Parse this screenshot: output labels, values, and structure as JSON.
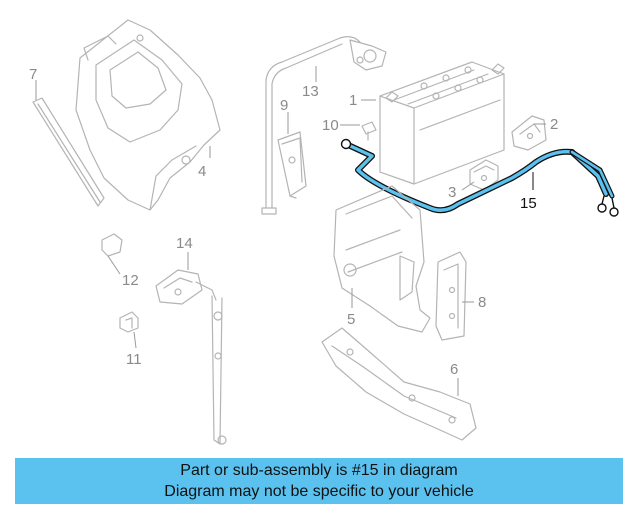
{
  "diagram": {
    "highlighted_part": "15",
    "highlight_color": "#5bc2ef",
    "callouts": [
      {
        "id": "1",
        "label": "1"
      },
      {
        "id": "2",
        "label": "2"
      },
      {
        "id": "3",
        "label": "3"
      },
      {
        "id": "4",
        "label": "4"
      },
      {
        "id": "5",
        "label": "5"
      },
      {
        "id": "6",
        "label": "6"
      },
      {
        "id": "7",
        "label": "7"
      },
      {
        "id": "8",
        "label": "8"
      },
      {
        "id": "9",
        "label": "9"
      },
      {
        "id": "10",
        "label": "10"
      },
      {
        "id": "11",
        "label": "11"
      },
      {
        "id": "12",
        "label": "12"
      },
      {
        "id": "13",
        "label": "13"
      },
      {
        "id": "14",
        "label": "14"
      },
      {
        "id": "15",
        "label": "15"
      }
    ]
  },
  "banner": {
    "line1": "Part or sub-assembly is #15 in diagram",
    "line2": "Diagram may not be specific to your vehicle",
    "background": "#5bc2ef"
  }
}
